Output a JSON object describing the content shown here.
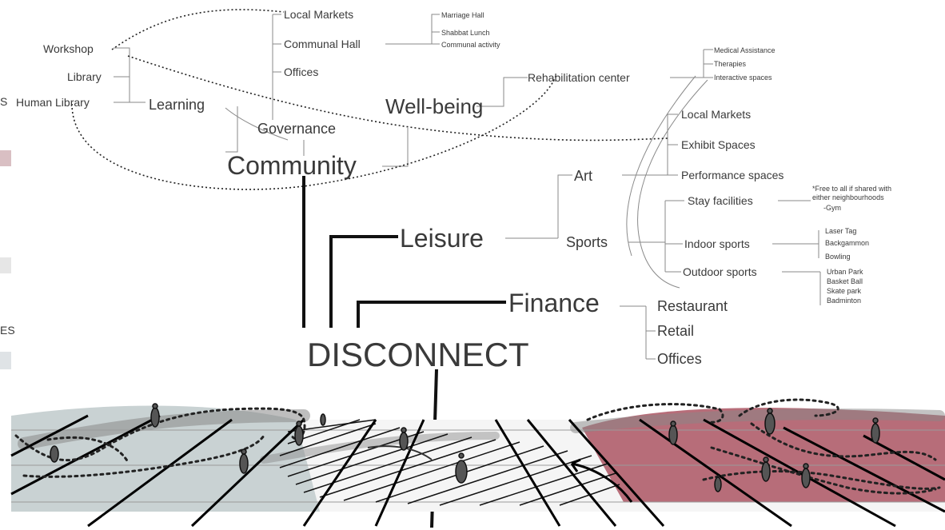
{
  "diagram": {
    "center": "DISCONNECT",
    "community": {
      "label": "Community",
      "branches": {
        "learning": {
          "label": "Learning",
          "items": [
            "Workshop",
            "Library",
            "Human Library"
          ]
        },
        "governance": {
          "label": "Governance",
          "items": [
            "Local Markets",
            "Communal Hall",
            "Offices"
          ],
          "communal_hall_items": [
            "Marriage Hall",
            "Shabbat Lunch",
            "Communal activity"
          ]
        },
        "wellbeing": {
          "label": "Well-being",
          "rehab": "Rehabilitation center",
          "rehab_items": [
            "Medical Assistance",
            "Therapies",
            "Interactive spaces"
          ]
        }
      }
    },
    "leisure": {
      "label": "Leisure",
      "art": {
        "label": "Art",
        "items": [
          "Local Markets",
          "Exhibit Spaces",
          "Performance spaces"
        ]
      },
      "sports": {
        "label": "Sports",
        "stay": {
          "label": "Stay facilities",
          "note": [
            "*Free to all if shared with",
            "either neighbourhoods",
            "-Gym"
          ]
        },
        "indoor": {
          "label": "Indoor sports",
          "items": [
            "Laser Tag",
            "Backgammon",
            "Bowling"
          ]
        },
        "outdoor": {
          "label": "Outdoor sports",
          "items": [
            "Urban Park",
            "Basket Ball",
            "Skate park",
            "Badminton"
          ]
        }
      }
    },
    "finance": {
      "label": "Finance",
      "items": [
        "Restaurant",
        "Retail",
        "Offices"
      ]
    }
  },
  "edge_fragments": [
    "S",
    "ES"
  ],
  "colors": {
    "left_zone": "#c9d2d3",
    "right_zone": "#b76d79",
    "swatch_pink": "#d9bfc3",
    "swatch_grey": "#e6e6e6",
    "swatch_blue": "#dfe3e6"
  }
}
